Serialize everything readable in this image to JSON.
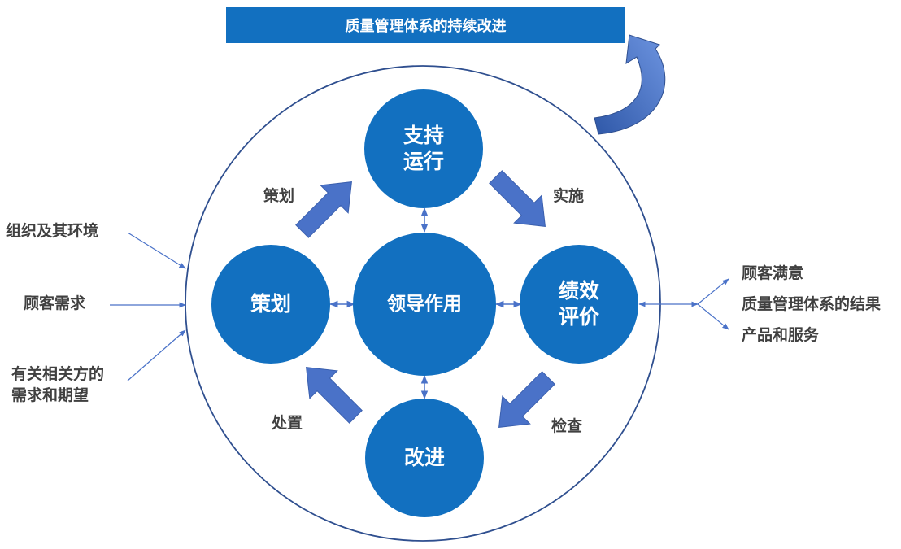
{
  "banner": {
    "text": "质量管理体系的持续改进"
  },
  "nodes": {
    "support": {
      "line1": "支持",
      "line2": "运行"
    },
    "plan": {
      "text": "策划"
    },
    "leadership": {
      "text": "领导作用"
    },
    "performance": {
      "line1": "绩效",
      "line2": "评价"
    },
    "improve": {
      "text": "改进"
    }
  },
  "arrows": {
    "plan_label": "策划",
    "do_label": "实施",
    "check_label": "检查",
    "act_label": "处置"
  },
  "inputs": {
    "org": "组织及其环境",
    "customer": "顾客需求",
    "interested_line1": "有关相关方的",
    "interested_line2": "需求和期望"
  },
  "outputs": {
    "satisfaction": "顾客满意",
    "qms_results": "质量管理体系的结果",
    "products": "产品和服务"
  },
  "colors": {
    "node_fill": "#1270c0",
    "arrow_fill": "#4a72c8",
    "arrow_stroke": "#3a5fae",
    "line": "#4a72c8",
    "outer_circle": "#2f4f8f",
    "text": "#404040"
  }
}
